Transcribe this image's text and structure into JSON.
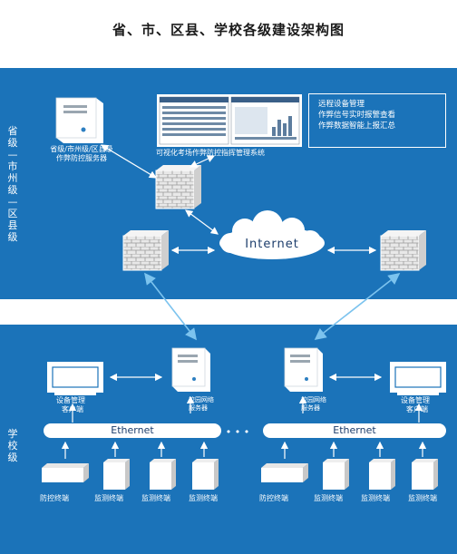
{
  "title": "省、市、区县、学校各级建设架构图",
  "province_band": {
    "side_label": "省级—市州级—区县级",
    "server_label_lines": [
      "省级/市州级/区县级",
      "作弊防控服务器"
    ],
    "monitor_system_label": "可视化考场作弊防控指挥管理系统",
    "internet_label": "Internet",
    "info_box": [
      "远程设备管理",
      "作弊信号实时报警查看",
      "作弊数据智能上报汇总"
    ]
  },
  "school_band": {
    "side_label": "学校级",
    "ellipsis": "• • •",
    "schools": [
      {
        "client_label_lines": [
          "设备管理",
          "客户端"
        ],
        "server_label_lines": [
          "校园网络",
          "服务器"
        ],
        "ethernet_label": "Ethernet",
        "terminals": [
          "防控终端",
          "监测终端",
          "监测终端",
          "监测终端"
        ]
      },
      {
        "client_label_lines": [
          "设备管理",
          "客户端"
        ],
        "server_label_lines": [
          "校园网络",
          "服务器"
        ],
        "ethernet_label": "Ethernet",
        "terminals": [
          "防控终端",
          "监测终端",
          "监测终端",
          "监测终端"
        ]
      }
    ]
  },
  "colors": {
    "band": "#1b73b9",
    "line": "#ffffff",
    "link": "#7cc3ee",
    "title": "#1a1a1a"
  }
}
